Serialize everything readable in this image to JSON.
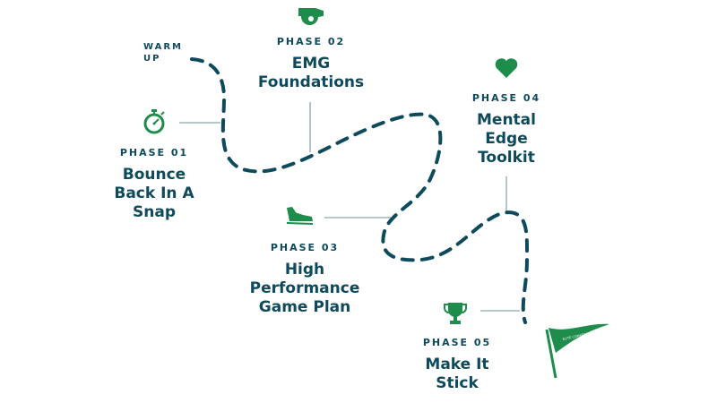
{
  "colors": {
    "navy": "#0f4a5c",
    "green": "#1e8c4a",
    "connector": "#8aa6ae"
  },
  "start": {
    "line1": "WARM",
    "line2": "UP"
  },
  "phases": [
    {
      "label": "PHASE 01",
      "title_lines": [
        "Bounce",
        "Back In A",
        "Snap"
      ],
      "icon": "stopwatch-icon"
    },
    {
      "label": "PHASE 02",
      "title_lines": [
        "EMG",
        "Foundations"
      ],
      "icon": "whistle-icon"
    },
    {
      "label": "PHASE 03",
      "title_lines": [
        "High",
        "Performance",
        "Game Plan"
      ],
      "icon": "sneaker-icon"
    },
    {
      "label": "PHASE 04",
      "title_lines": [
        "Mental",
        "Edge",
        "Toolkit"
      ],
      "icon": "heart-icon"
    },
    {
      "label": "PHASE 05",
      "title_lines": [
        "Make It",
        "Stick"
      ],
      "icon": "trophy-icon"
    }
  ],
  "finish": {
    "flag_text": "ELITE COMPETITOR",
    "icon": "pennant-flag-icon"
  }
}
